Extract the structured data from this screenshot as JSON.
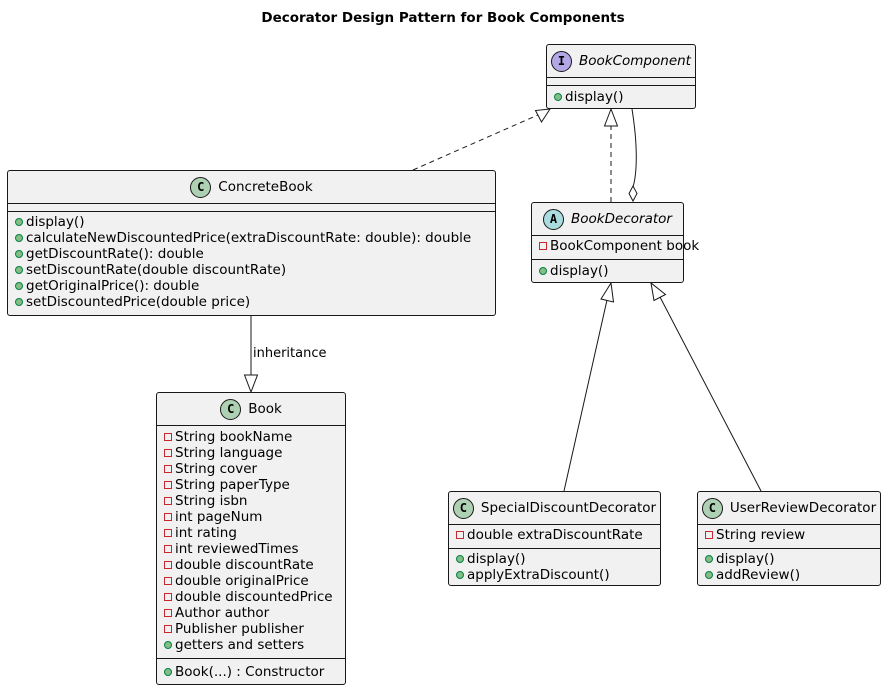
{
  "title": "Decorator Design Pattern for Book Components",
  "classes": {
    "book_component": {
      "name": "BookComponent",
      "stereotype": "I",
      "methods": [
        {
          "vis": "+",
          "text": "display()"
        }
      ]
    },
    "concrete_book": {
      "name": "ConcreteBook",
      "stereotype": "C",
      "methods": [
        {
          "vis": "+",
          "text": "display()"
        },
        {
          "vis": "+",
          "text": "calculateNewDiscountedPrice(extraDiscountRate: double): double"
        },
        {
          "vis": "+",
          "text": "getDiscountRate(): double"
        },
        {
          "vis": "+",
          "text": "setDiscountRate(double discountRate)"
        },
        {
          "vis": "+",
          "text": "getOriginalPrice(): double"
        },
        {
          "vis": "+",
          "text": "setDiscountedPrice(double price)"
        }
      ]
    },
    "book_decorator": {
      "name": "BookDecorator",
      "stereotype": "A",
      "fields": [
        {
          "vis": "-",
          "text": "BookComponent book"
        }
      ],
      "methods": [
        {
          "vis": "+",
          "text": "display()"
        }
      ]
    },
    "book": {
      "name": "Book",
      "stereotype": "C",
      "fields": [
        {
          "vis": "-",
          "text": "String bookName"
        },
        {
          "vis": "-",
          "text": "String language"
        },
        {
          "vis": "-",
          "text": "String cover"
        },
        {
          "vis": "-",
          "text": "String paperType"
        },
        {
          "vis": "-",
          "text": "String isbn"
        },
        {
          "vis": "-",
          "text": "int pageNum"
        },
        {
          "vis": "-",
          "text": "int rating"
        },
        {
          "vis": "-",
          "text": "int reviewedTimes"
        },
        {
          "vis": "-",
          "text": "double discountRate"
        },
        {
          "vis": "-",
          "text": "double originalPrice"
        },
        {
          "vis": "-",
          "text": "double discountedPrice"
        },
        {
          "vis": "-",
          "text": "Author author"
        },
        {
          "vis": "-",
          "text": "Publisher publisher"
        },
        {
          "vis": "+",
          "text": "getters and setters"
        }
      ],
      "methods": [
        {
          "vis": "+",
          "text": "Book(...) : Constructor"
        }
      ]
    },
    "special_discount_decorator": {
      "name": "SpecialDiscountDecorator",
      "stereotype": "C",
      "fields": [
        {
          "vis": "-",
          "text": "double extraDiscountRate"
        }
      ],
      "methods": [
        {
          "vis": "+",
          "text": "display()"
        },
        {
          "vis": "+",
          "text": "applyExtraDiscount()"
        }
      ]
    },
    "user_review_decorator": {
      "name": "UserReviewDecorator",
      "stereotype": "C",
      "fields": [
        {
          "vis": "-",
          "text": "String review"
        }
      ],
      "methods": [
        {
          "vis": "+",
          "text": "display()"
        },
        {
          "vis": "+",
          "text": "addReview()"
        }
      ]
    }
  },
  "relations": [
    {
      "from": "ConcreteBook",
      "to": "BookComponent",
      "type": "realization"
    },
    {
      "from": "BookDecorator",
      "to": "BookComponent",
      "type": "realization"
    },
    {
      "from": "BookDecorator",
      "to": "BookComponent",
      "type": "aggregation"
    },
    {
      "from": "ConcreteBook",
      "to": "Book",
      "type": "inheritance",
      "label": "inheritance"
    },
    {
      "from": "SpecialDiscountDecorator",
      "to": "BookDecorator",
      "type": "inheritance"
    },
    {
      "from": "UserReviewDecorator",
      "to": "BookDecorator",
      "type": "inheritance"
    }
  ],
  "colors": {
    "class_fill": "#f1f1f1",
    "border": "#181818",
    "class_badge": "#add1b2",
    "interface_badge": "#b4a7e5",
    "abstract_badge": "#a9dcdf",
    "public_marker": "#84be84",
    "private_marker": "#c82930"
  }
}
